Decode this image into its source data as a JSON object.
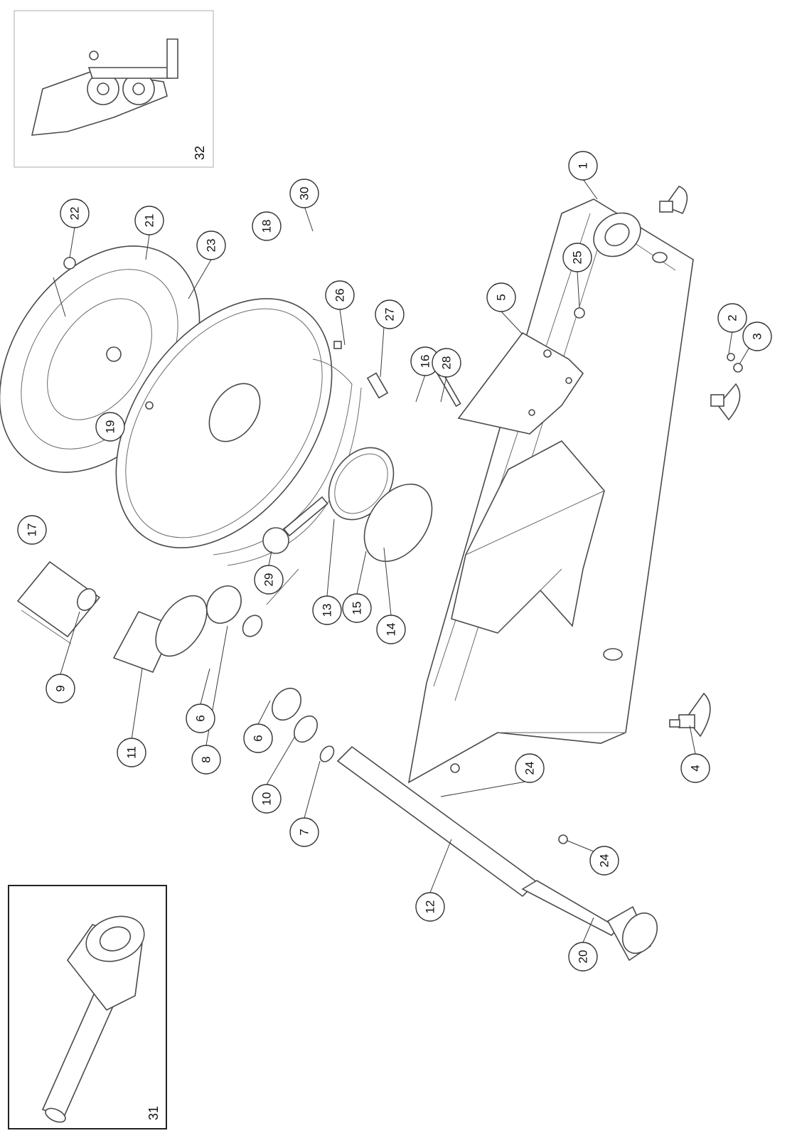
{
  "callouts": [
    {
      "id": "c1",
      "label": "1"
    },
    {
      "id": "c2",
      "label": "2"
    },
    {
      "id": "c3",
      "label": "3"
    },
    {
      "id": "c4",
      "label": "4"
    },
    {
      "id": "c5",
      "label": "5"
    },
    {
      "id": "c6a",
      "label": "6"
    },
    {
      "id": "c6b",
      "label": "6"
    },
    {
      "id": "c7",
      "label": "7"
    },
    {
      "id": "c8",
      "label": "8"
    },
    {
      "id": "c9",
      "label": "9"
    },
    {
      "id": "c10",
      "label": "10"
    },
    {
      "id": "c11",
      "label": "11"
    },
    {
      "id": "c12",
      "label": "12"
    },
    {
      "id": "c13",
      "label": "13"
    },
    {
      "id": "c14",
      "label": "14"
    },
    {
      "id": "c15",
      "label": "15"
    },
    {
      "id": "c16",
      "label": "16"
    },
    {
      "id": "c17",
      "label": "17"
    },
    {
      "id": "c18",
      "label": "18"
    },
    {
      "id": "c19",
      "label": "19"
    },
    {
      "id": "c20",
      "label": "20"
    },
    {
      "id": "c21",
      "label": "21"
    },
    {
      "id": "c22",
      "label": "22"
    },
    {
      "id": "c23",
      "label": "23"
    },
    {
      "id": "c24a",
      "label": "24"
    },
    {
      "id": "c24b",
      "label": "24"
    },
    {
      "id": "c25",
      "label": "25"
    },
    {
      "id": "c26",
      "label": "26"
    },
    {
      "id": "c27",
      "label": "27"
    },
    {
      "id": "c28",
      "label": "28"
    },
    {
      "id": "c29",
      "label": "29"
    },
    {
      "id": "c30",
      "label": "30"
    }
  ],
  "insets": {
    "top_right_label": "32",
    "bottom_left_label": "31"
  }
}
